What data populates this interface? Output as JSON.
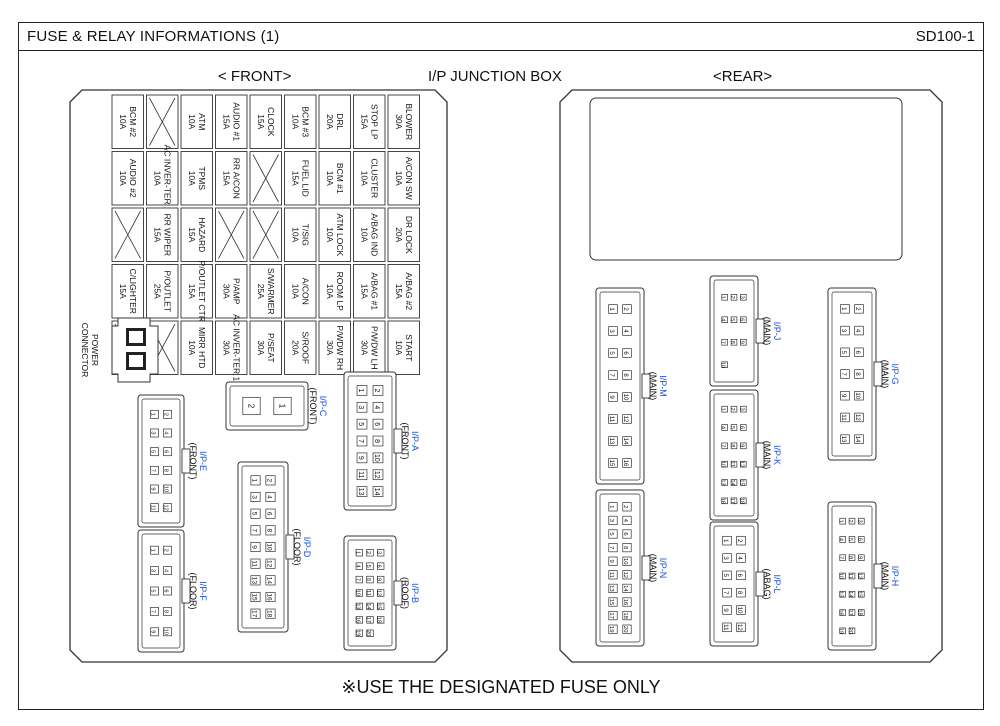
{
  "header": {
    "title": "FUSE & RELAY INFORMATIONS (1)",
    "code": "SD100-1"
  },
  "labels": {
    "front": "< FRONT>",
    "box": "I/P JUNCTION BOX",
    "rear": "<REAR>"
  },
  "footer": "※USE THE DESIGNATED FUSE ONLY",
  "colors": {
    "connector_label": "#1a4fd6",
    "line": "#333333"
  },
  "fuses": [
    [
      "BCM #2 10A",
      "",
      "ATM 10A",
      "AUDIO #1 15A",
      "CLOCK 15A",
      "BCM #3 10A",
      "DRL 20A",
      "STOP LP 15A",
      "BLOWER 30A"
    ],
    [
      "AUDIO #2 10A",
      "AC INVER-TER 2 10A",
      "TPMS 10A",
      "RR A/CON 15A",
      "",
      "FUEL LID 15A",
      "BCM #1 10A",
      "CLUSTER 10A",
      "A/CON SW 10A"
    ],
    [
      "",
      "RR WIPER 15A",
      "HAZARD 15A",
      "",
      "",
      "T/SIG 10A",
      "ATM LOCK 10A",
      "A/BAG IND 10A",
      "DR LOCK 20A"
    ],
    [
      "C/LIGHTER 15A",
      "P/OUTLET 25A",
      "P/OUTLET CTR 15A",
      "P/AMP 30A",
      "S/WARMER 25A",
      "A/CON 10A",
      "ROOM LP 10A",
      "A/BAG #1 15A",
      "A/BAG #2 15A"
    ],
    [
      "",
      "",
      "MIRR HTD 10A",
      "AC INVER-TER 1 30A",
      "P/SEAT 30A",
      "S/ROOF 20A",
      "P/WDW RH 30A",
      "P/WDW LH 30A",
      "START 10A"
    ]
  ],
  "power_connector": "POWER CONNECTOR",
  "connectors": {
    "ipc": {
      "name": "I/P-C",
      "sub": "(FRONT)",
      "pins": [
        "2",
        "1"
      ]
    },
    "ipa": {
      "name": "I/P-A",
      "sub": "(FRONT)",
      "pins": [
        "1",
        "2",
        "3",
        "4",
        "5",
        "6",
        "7",
        "8",
        "9",
        "10",
        "11",
        "12",
        "13",
        "14"
      ]
    },
    "ipe": {
      "name": "I/P-E",
      "sub": "(FRONT)",
      "pins": [
        "1",
        "2",
        "3",
        "4",
        "5",
        "6",
        "7",
        "8",
        "9",
        "10",
        "11",
        "12"
      ]
    },
    "ipd": {
      "name": "I/P-D",
      "sub": "(FLOOR)",
      "pins": [
        "1",
        "2",
        "3",
        "4",
        "5",
        "6",
        "7",
        "8",
        "9",
        "10",
        "11",
        "12",
        "13",
        "14",
        "15",
        "16",
        "17",
        "18"
      ]
    },
    "ipf": {
      "name": "I/P-F",
      "sub": "(FLOOR)",
      "pins": [
        "1",
        "2",
        "3",
        "4",
        "5",
        "6",
        "7",
        "8",
        "9",
        "10"
      ]
    },
    "ipb": {
      "name": "I/P-B",
      "sub": "(ROOF)",
      "pins": [
        "1",
        "2",
        "3",
        "4",
        "5",
        "6",
        "7",
        "8",
        "9",
        "10",
        "11",
        "12",
        "13",
        "14",
        "15",
        "16",
        "17",
        "18",
        "19",
        "20"
      ]
    },
    "ipm": {
      "name": "I/P-M",
      "sub": "(MAIN)",
      "pins": [
        "1",
        "2",
        "3",
        "4",
        "5",
        "6",
        "7",
        "8",
        "9",
        "10",
        "11",
        "12",
        "13",
        "14",
        "15",
        "16"
      ]
    },
    "ipj": {
      "name": "I/P-J",
      "sub": "(MAIN)",
      "pins": [
        "1",
        "2",
        "3",
        "4",
        "5",
        "6",
        "7",
        "8",
        "9",
        "10"
      ]
    },
    "ipg": {
      "name": "I/P-G",
      "sub": "(MAIN)",
      "pins": [
        "1",
        "2",
        "3",
        "4",
        "5",
        "6",
        "7",
        "8",
        "9",
        "10",
        "11",
        "12",
        "13",
        "14"
      ]
    },
    "ipk": {
      "name": "I/P-K",
      "sub": "(MAIN)",
      "pins": [
        "1",
        "2",
        "3",
        "4",
        "5",
        "6",
        "7",
        "8",
        "9",
        "10",
        "11",
        "12",
        "13",
        "14",
        "15",
        "16",
        "17",
        "18"
      ]
    },
    "ipn": {
      "name": "I/P-N",
      "sub": "(MAIN)",
      "pins": [
        "1",
        "2",
        "3",
        "4",
        "5",
        "6",
        "7",
        "8",
        "9",
        "10",
        "11",
        "12",
        "13",
        "14",
        "15",
        "16",
        "17",
        "18",
        "19",
        "20"
      ]
    },
    "ipl": {
      "name": "I/P-L",
      "sub": "(ABAG)",
      "pins": [
        "1",
        "2",
        "3",
        "4",
        "5",
        "6",
        "7",
        "8",
        "9",
        "10",
        "11",
        "12"
      ]
    },
    "iph": {
      "name": "I/P-H",
      "sub": "(MAIN)",
      "pins": [
        "1",
        "2",
        "3",
        "4",
        "5",
        "6",
        "7",
        "8",
        "9",
        "10",
        "11",
        "12",
        "13",
        "14",
        "15",
        "16",
        "17",
        "18",
        "19",
        "20"
      ]
    }
  }
}
